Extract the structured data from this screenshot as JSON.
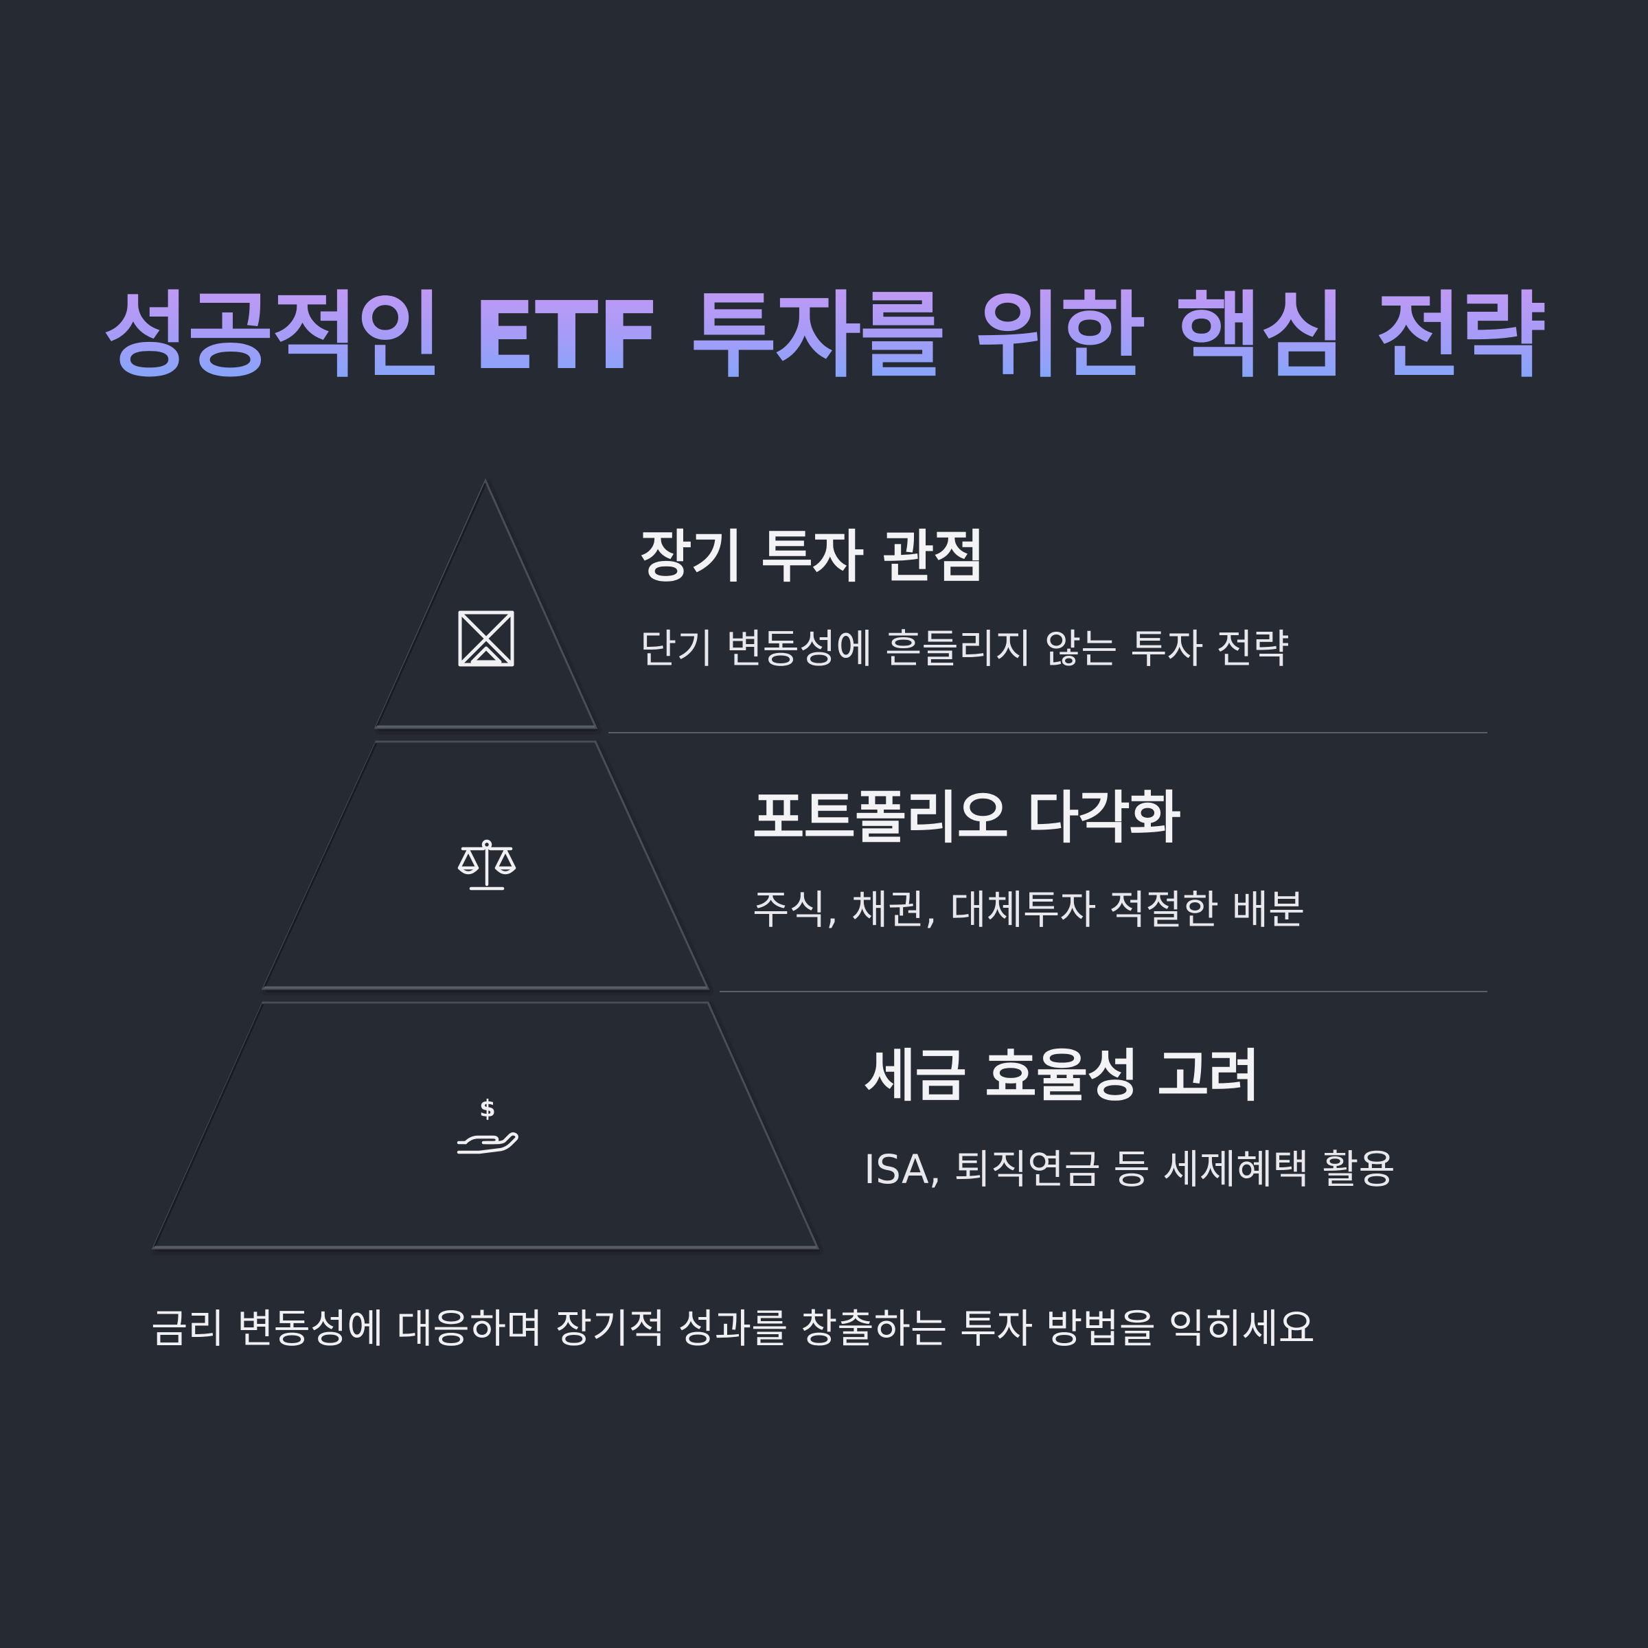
{
  "title": "성공적인 ETF 투자를 위한 핵심 전략",
  "tiers": [
    {
      "title": "장기 투자 관점",
      "description": "단기 변동성에 흔들리지 않는 투자 전략",
      "icon": "hourglass-icon"
    },
    {
      "title": "포트폴리오 다각화",
      "description": "주식, 채권, 대체투자 적절한 배분",
      "icon": "balance-scale-icon"
    },
    {
      "title": "세금 효율성 고려",
      "description": "ISA, 퇴직연금 등 세제혜택 활용",
      "icon": "hand-dollar-icon"
    }
  ],
  "footer": "금리 변동성에 대응하며 장기적 성과를 창출하는 투자 방법을 익히세요",
  "colors": {
    "background": "#262a32",
    "title_gradient_top": "#c79af2",
    "title_gradient_bottom": "#78a8fb",
    "text": "#f0f0f2",
    "divider": "#5b5f68"
  }
}
